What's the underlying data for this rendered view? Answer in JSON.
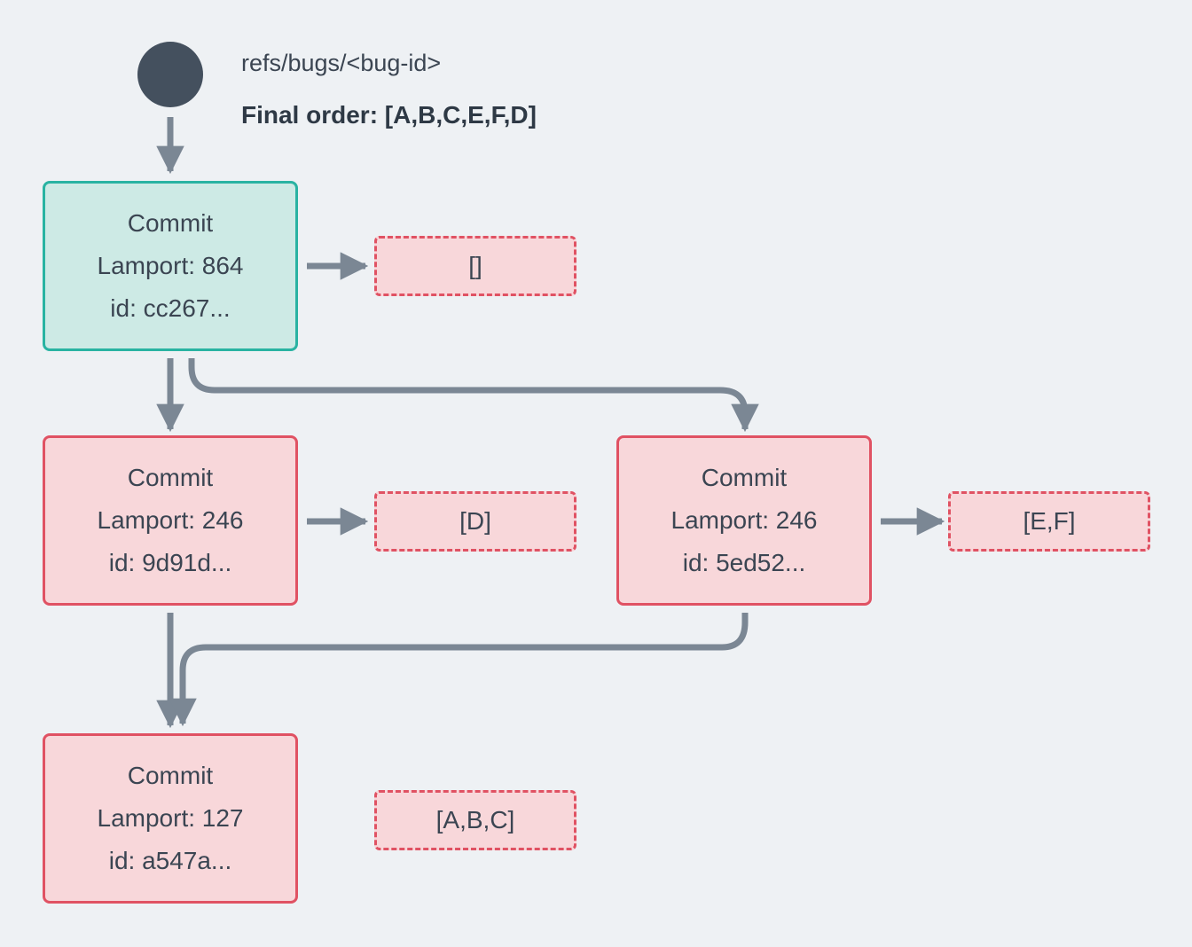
{
  "diagram": {
    "ref_label": "refs/bugs/<bug-id>",
    "final_order_label": "Final order: [A,B,C,E,F,D]",
    "nodes": {
      "root": {
        "title": "Commit",
        "lamport": "Lamport: 864",
        "id": "id: cc267...",
        "payload": "[]"
      },
      "left": {
        "title": "Commit",
        "lamport": "Lamport: 246",
        "id": "id: 9d91d...",
        "payload": "[D]"
      },
      "right": {
        "title": "Commit",
        "lamport": "Lamport: 246",
        "id": "id: 5ed52...",
        "payload": "[E,F]"
      },
      "bottom": {
        "title": "Commit",
        "lamport": "Lamport: 127",
        "id": "id: a547a...",
        "payload": "[A,B,C]"
      }
    },
    "colors": {
      "background": "#eef1f4",
      "teal_fill": "#cdeae5",
      "teal_border": "#29b3a2",
      "pink_fill": "#f8d7da",
      "pink_border": "#e05263",
      "arrow": "#7b8794",
      "text": "#3b4552",
      "ref_circle": "#44505e"
    }
  }
}
